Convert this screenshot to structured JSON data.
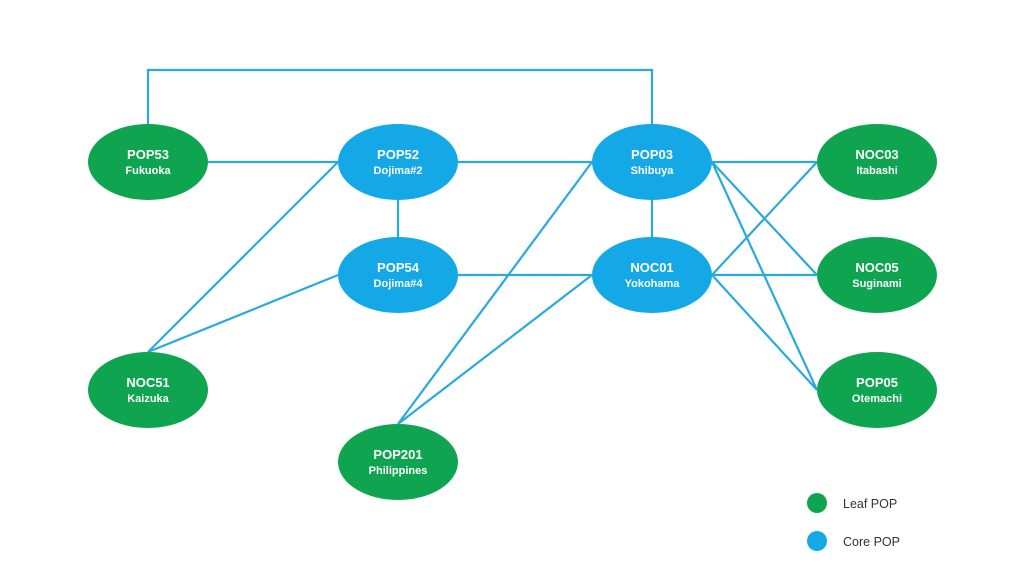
{
  "colors": {
    "leaf": "#0fa550",
    "core": "#14a9e6",
    "link": "#29a9dc"
  },
  "nodes": [
    {
      "id": "POP53",
      "name": "POP53",
      "site": "Fukuoka",
      "kind": "leaf"
    },
    {
      "id": "POP52",
      "name": "POP52",
      "site": "Dojima#2",
      "kind": "core"
    },
    {
      "id": "POP03",
      "name": "POP03",
      "site": "Shibuya",
      "kind": "core"
    },
    {
      "id": "NOC03",
      "name": "NOC03",
      "site": "Itabashi",
      "kind": "leaf"
    },
    {
      "id": "POP54",
      "name": "POP54",
      "site": "Dojima#4",
      "kind": "core"
    },
    {
      "id": "NOC01",
      "name": "NOC01",
      "site": "Yokohama",
      "kind": "core"
    },
    {
      "id": "NOC05",
      "name": "NOC05",
      "site": "Suginami",
      "kind": "leaf"
    },
    {
      "id": "NOC51",
      "name": "NOC51",
      "site": "Kaizuka",
      "kind": "leaf"
    },
    {
      "id": "POP05",
      "name": "POP05",
      "site": "Otemachi",
      "kind": "leaf"
    },
    {
      "id": "POP201",
      "name": "POP201",
      "site": "Philippines",
      "kind": "leaf"
    }
  ],
  "links": [
    [
      "POP53",
      "POP03"
    ],
    [
      "POP53",
      "POP52"
    ],
    [
      "POP52",
      "POP03"
    ],
    [
      "POP52",
      "POP54"
    ],
    [
      "POP52",
      "NOC51"
    ],
    [
      "POP54",
      "NOC51"
    ],
    [
      "POP54",
      "NOC01"
    ],
    [
      "POP03",
      "NOC01"
    ],
    [
      "POP03",
      "POP201"
    ],
    [
      "NOC01",
      "POP201"
    ],
    [
      "POP03",
      "NOC03"
    ],
    [
      "POP03",
      "NOC05"
    ],
    [
      "POP03",
      "POP05"
    ],
    [
      "NOC01",
      "NOC03"
    ],
    [
      "NOC01",
      "NOC05"
    ],
    [
      "NOC01",
      "POP05"
    ]
  ],
  "legend": {
    "leaf_label": "Leaf POP",
    "core_label": "Core POP"
  }
}
